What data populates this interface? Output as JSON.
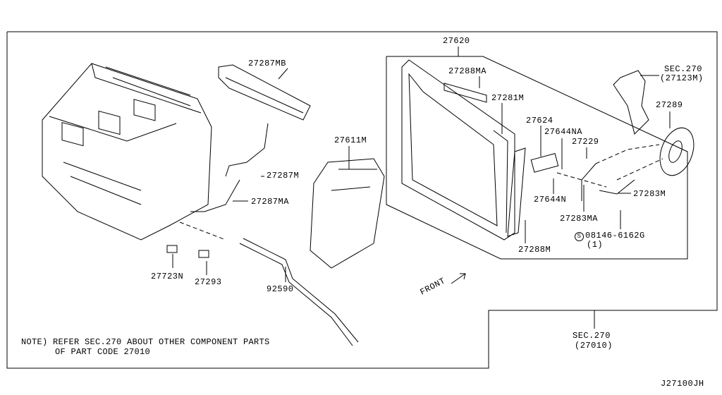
{
  "diagram_code": "J27100JH",
  "note": {
    "line1": "NOTE) REFER SEC.270 ABOUT OTHER COMPONENT PARTS",
    "line2": "OF PART CODE 27010"
  },
  "front_label": "FRONT",
  "parts": {
    "p27620": "27620",
    "p27287MB": "27287MB",
    "p27288MA": "27288MA",
    "p27281M": "27281M",
    "sec270a": "SEC.270",
    "p27123M": "(27123M)",
    "p27289": "27289",
    "p27624": "27624",
    "p27644NA": "27644NA",
    "p27229": "27229",
    "p27611M": "27611M",
    "p27287M": "27287M",
    "p27283M": "27283M",
    "p27287MA": "27287MA",
    "p27644N": "27644N",
    "p27283MA": "27283MA",
    "p08146": "08146-6162G",
    "p08146_qty": "(1)",
    "p08146_symbol": "S",
    "p27288M": "27288M",
    "p27723N": "27723N",
    "p27293": "27293",
    "p92590": "92590",
    "sec270b": "SEC.270",
    "p27010": "(27010)"
  }
}
